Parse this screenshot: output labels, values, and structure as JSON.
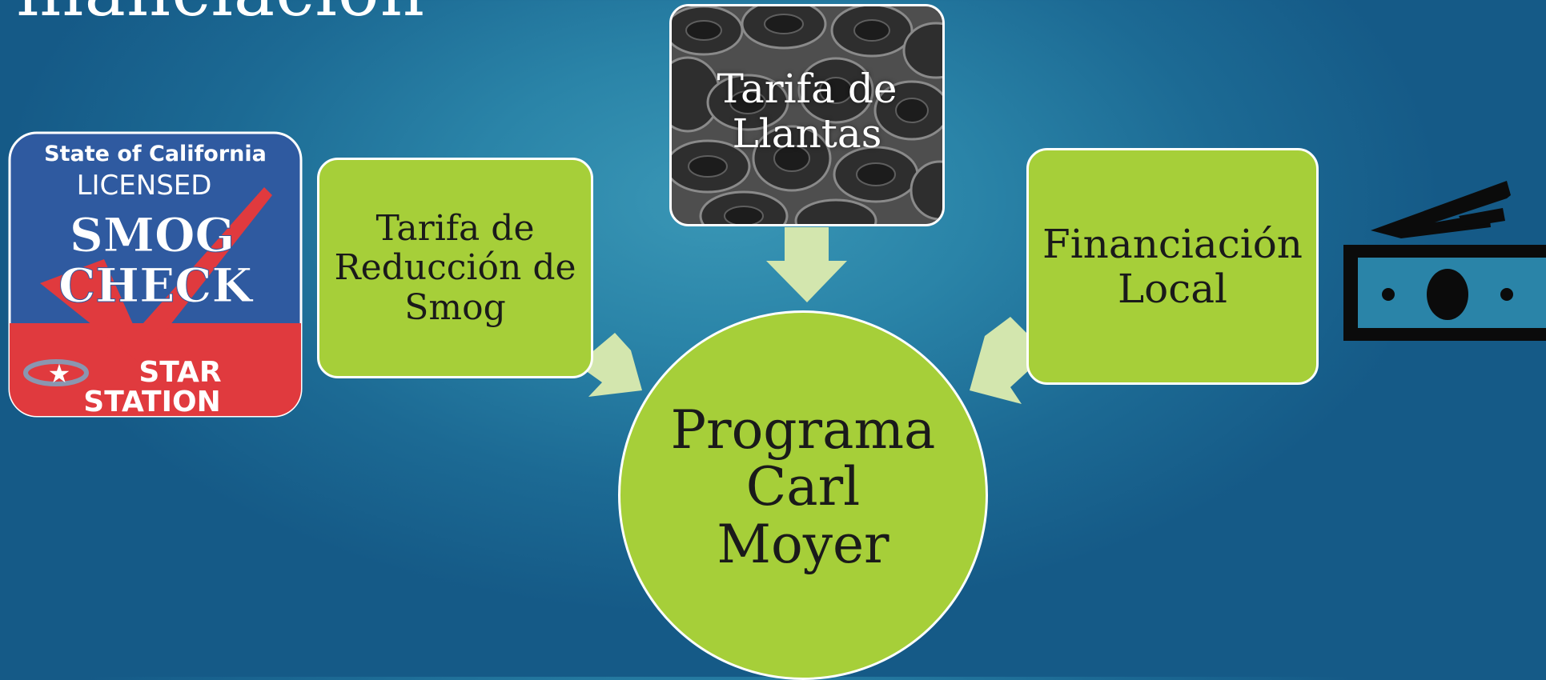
{
  "slide": {
    "title": "Financiación"
  },
  "diagram": {
    "center": {
      "label": "Programa\nCarl\nMoyer"
    },
    "nodes": [
      {
        "id": "smog",
        "label": "Tarifa de\nReducción de\nSmog"
      },
      {
        "id": "tire",
        "label": "Tarifa de\nLlantas"
      },
      {
        "id": "local",
        "label": "Financiación\nLocal"
      }
    ]
  },
  "badge": {
    "line1": "State of California",
    "line2": "LICENSED",
    "line3": "SMOG",
    "line4": "CHECK",
    "line5": "STAR",
    "line6": "STATION"
  },
  "icons": {
    "badge": "smog-check-badge",
    "tires": "tire-pile-photo",
    "money": "money-bill-icon"
  },
  "colors": {
    "node_fill": "#a6cf39",
    "arrow_fill": "#d3e6ae",
    "background": "#2a84a8",
    "badge_blue": "#2f5aa0",
    "badge_red": "#e03a3e"
  }
}
